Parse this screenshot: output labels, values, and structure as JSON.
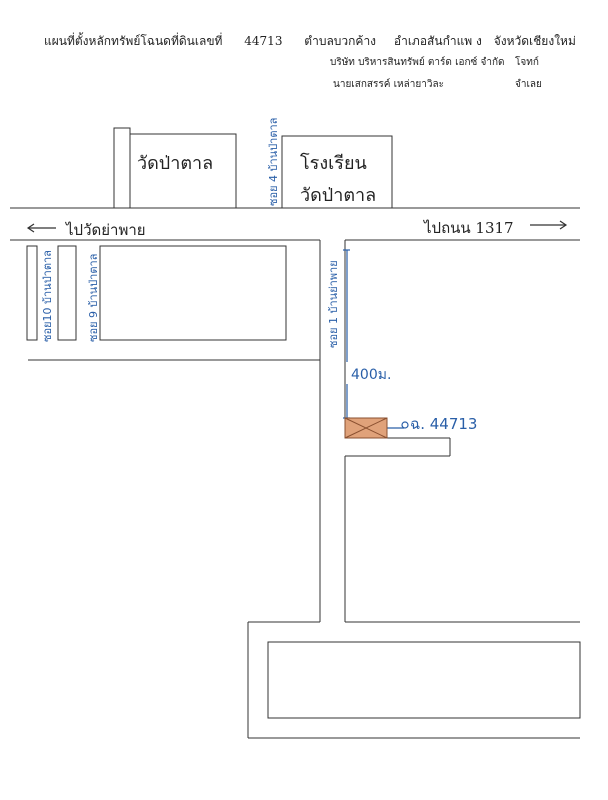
{
  "header": {
    "title": "แผนที่ตั้งหลักทรัพย์โฉนดที่ดินเลขที่",
    "deed_no": "44713",
    "subdistrict": "ตำบลบวกค้าง",
    "district": "อำเภอสันกำแพ ง",
    "province": "จังหวัดเชียงใหม่",
    "plaintiff_company": "บริษัท บริหารสินทรัพย์ ตาร์ด เอกซ์ จำกัด",
    "plaintiff_role": "โจทก์",
    "defendant_name": "นายเสกสรรค์ เหล่ายาวิละ",
    "defendant_role": "จำเลย"
  },
  "map": {
    "temple_label": "วัดป่าตาล",
    "school_line1": "โรงเรียน",
    "school_line2": "วัดป่าตาล",
    "road_left_label": "ไปวัดย่าพาย",
    "road_right_label": "ไปถนน 1317",
    "soi4_label": "ซอย 4 บ้านป่าตาล",
    "soi10_label": "ซอย10 บ้านป่าตาล",
    "soi9_label": "ซอย 9 บ้านป่าตาล",
    "soi1_label": "ซอย 1 บ้านย่าพาย",
    "distance_label": "400ม.",
    "parcel_label": "ฉ. 44713"
  }
}
